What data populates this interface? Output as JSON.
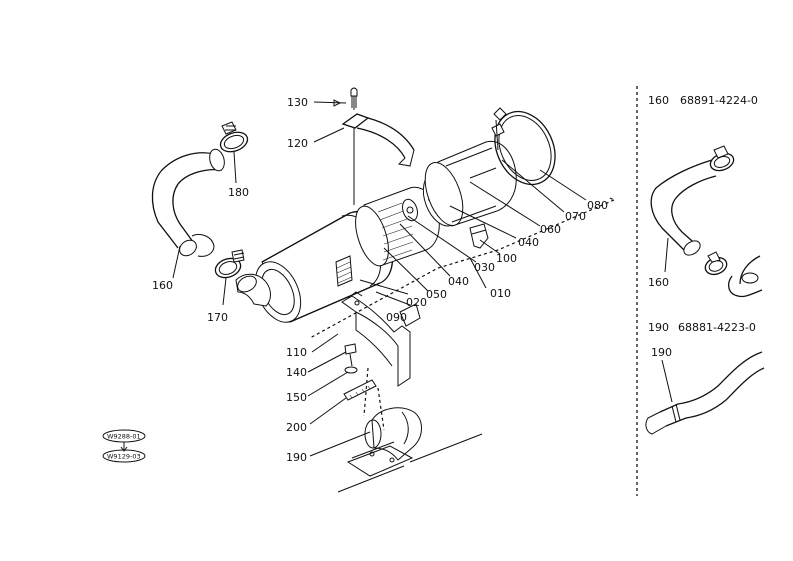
{
  "callouts": {
    "c130": "130",
    "c120": "120",
    "c180": "180",
    "c160": "160",
    "c170": "170",
    "c110": "110",
    "c140": "140",
    "c150": "150",
    "c200": "200",
    "c190": "190",
    "c020": "020",
    "c090": "090",
    "c050": "050",
    "c040a": "040",
    "c030": "030",
    "c010": "010",
    "c100": "100",
    "c040b": "040",
    "c060": "060",
    "c070": "070",
    "c080": "080"
  },
  "side_panel": {
    "variant1_ref": "160",
    "variant1_part": "68891-4224-0",
    "variant1_label": "160",
    "variant2_ref": "190",
    "variant2_part": "68881-4223-0",
    "variant2_label": "190"
  },
  "stamps": {
    "stamp1": "W9288-01",
    "stamp2": "W9129-03"
  }
}
